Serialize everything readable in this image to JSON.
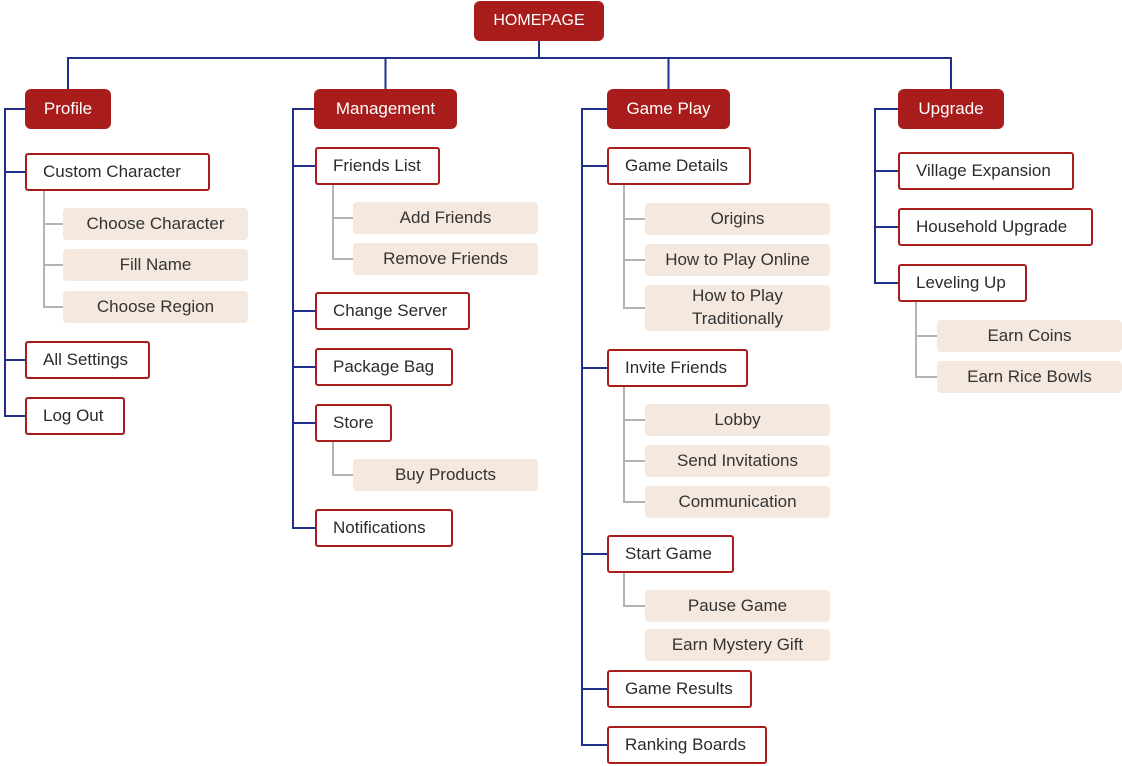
{
  "theme": {
    "accent": "#a81c1c",
    "primary_line": "#1f2f8a",
    "secondary_line": "#b3b3b3",
    "leaf_fill": "#f5e9df"
  },
  "root": {
    "label": "HOMEPAGE"
  },
  "branches": [
    {
      "label": "Profile",
      "children": [
        {
          "label": "Custom Character",
          "children": [
            "Choose Character",
            "Fill Name",
            "Choose Region"
          ]
        },
        {
          "label": "All Settings",
          "children": []
        },
        {
          "label": "Log Out",
          "children": []
        }
      ]
    },
    {
      "label": "Management",
      "children": [
        {
          "label": "Friends List",
          "children": [
            "Add Friends",
            "Remove Friends"
          ]
        },
        {
          "label": "Change Server",
          "children": []
        },
        {
          "label": "Package Bag",
          "children": []
        },
        {
          "label": "Store",
          "children": [
            "Buy Products"
          ]
        },
        {
          "label": "Notifications",
          "children": []
        }
      ]
    },
    {
      "label": "Game Play",
      "children": [
        {
          "label": "Game Details",
          "children": [
            "Origins",
            "How to Play Online",
            "How to Play Traditionally"
          ]
        },
        {
          "label": "Invite Friends",
          "children": [
            "Lobby",
            "Send Invitations",
            "Communication"
          ]
        },
        {
          "label": "Start Game",
          "children": [
            "Pause Game",
            "Earn Mystery Gift"
          ]
        },
        {
          "label": "Game Results",
          "children": []
        },
        {
          "label": "Ranking Boards",
          "children": []
        }
      ]
    },
    {
      "label": "Upgrade",
      "children": [
        {
          "label": "Village Expansion",
          "children": []
        },
        {
          "label": "Household Upgrade",
          "children": []
        },
        {
          "label": "Leveling Up",
          "children": [
            "Earn Coins",
            "Earn Rice Bowls"
          ]
        }
      ]
    }
  ]
}
